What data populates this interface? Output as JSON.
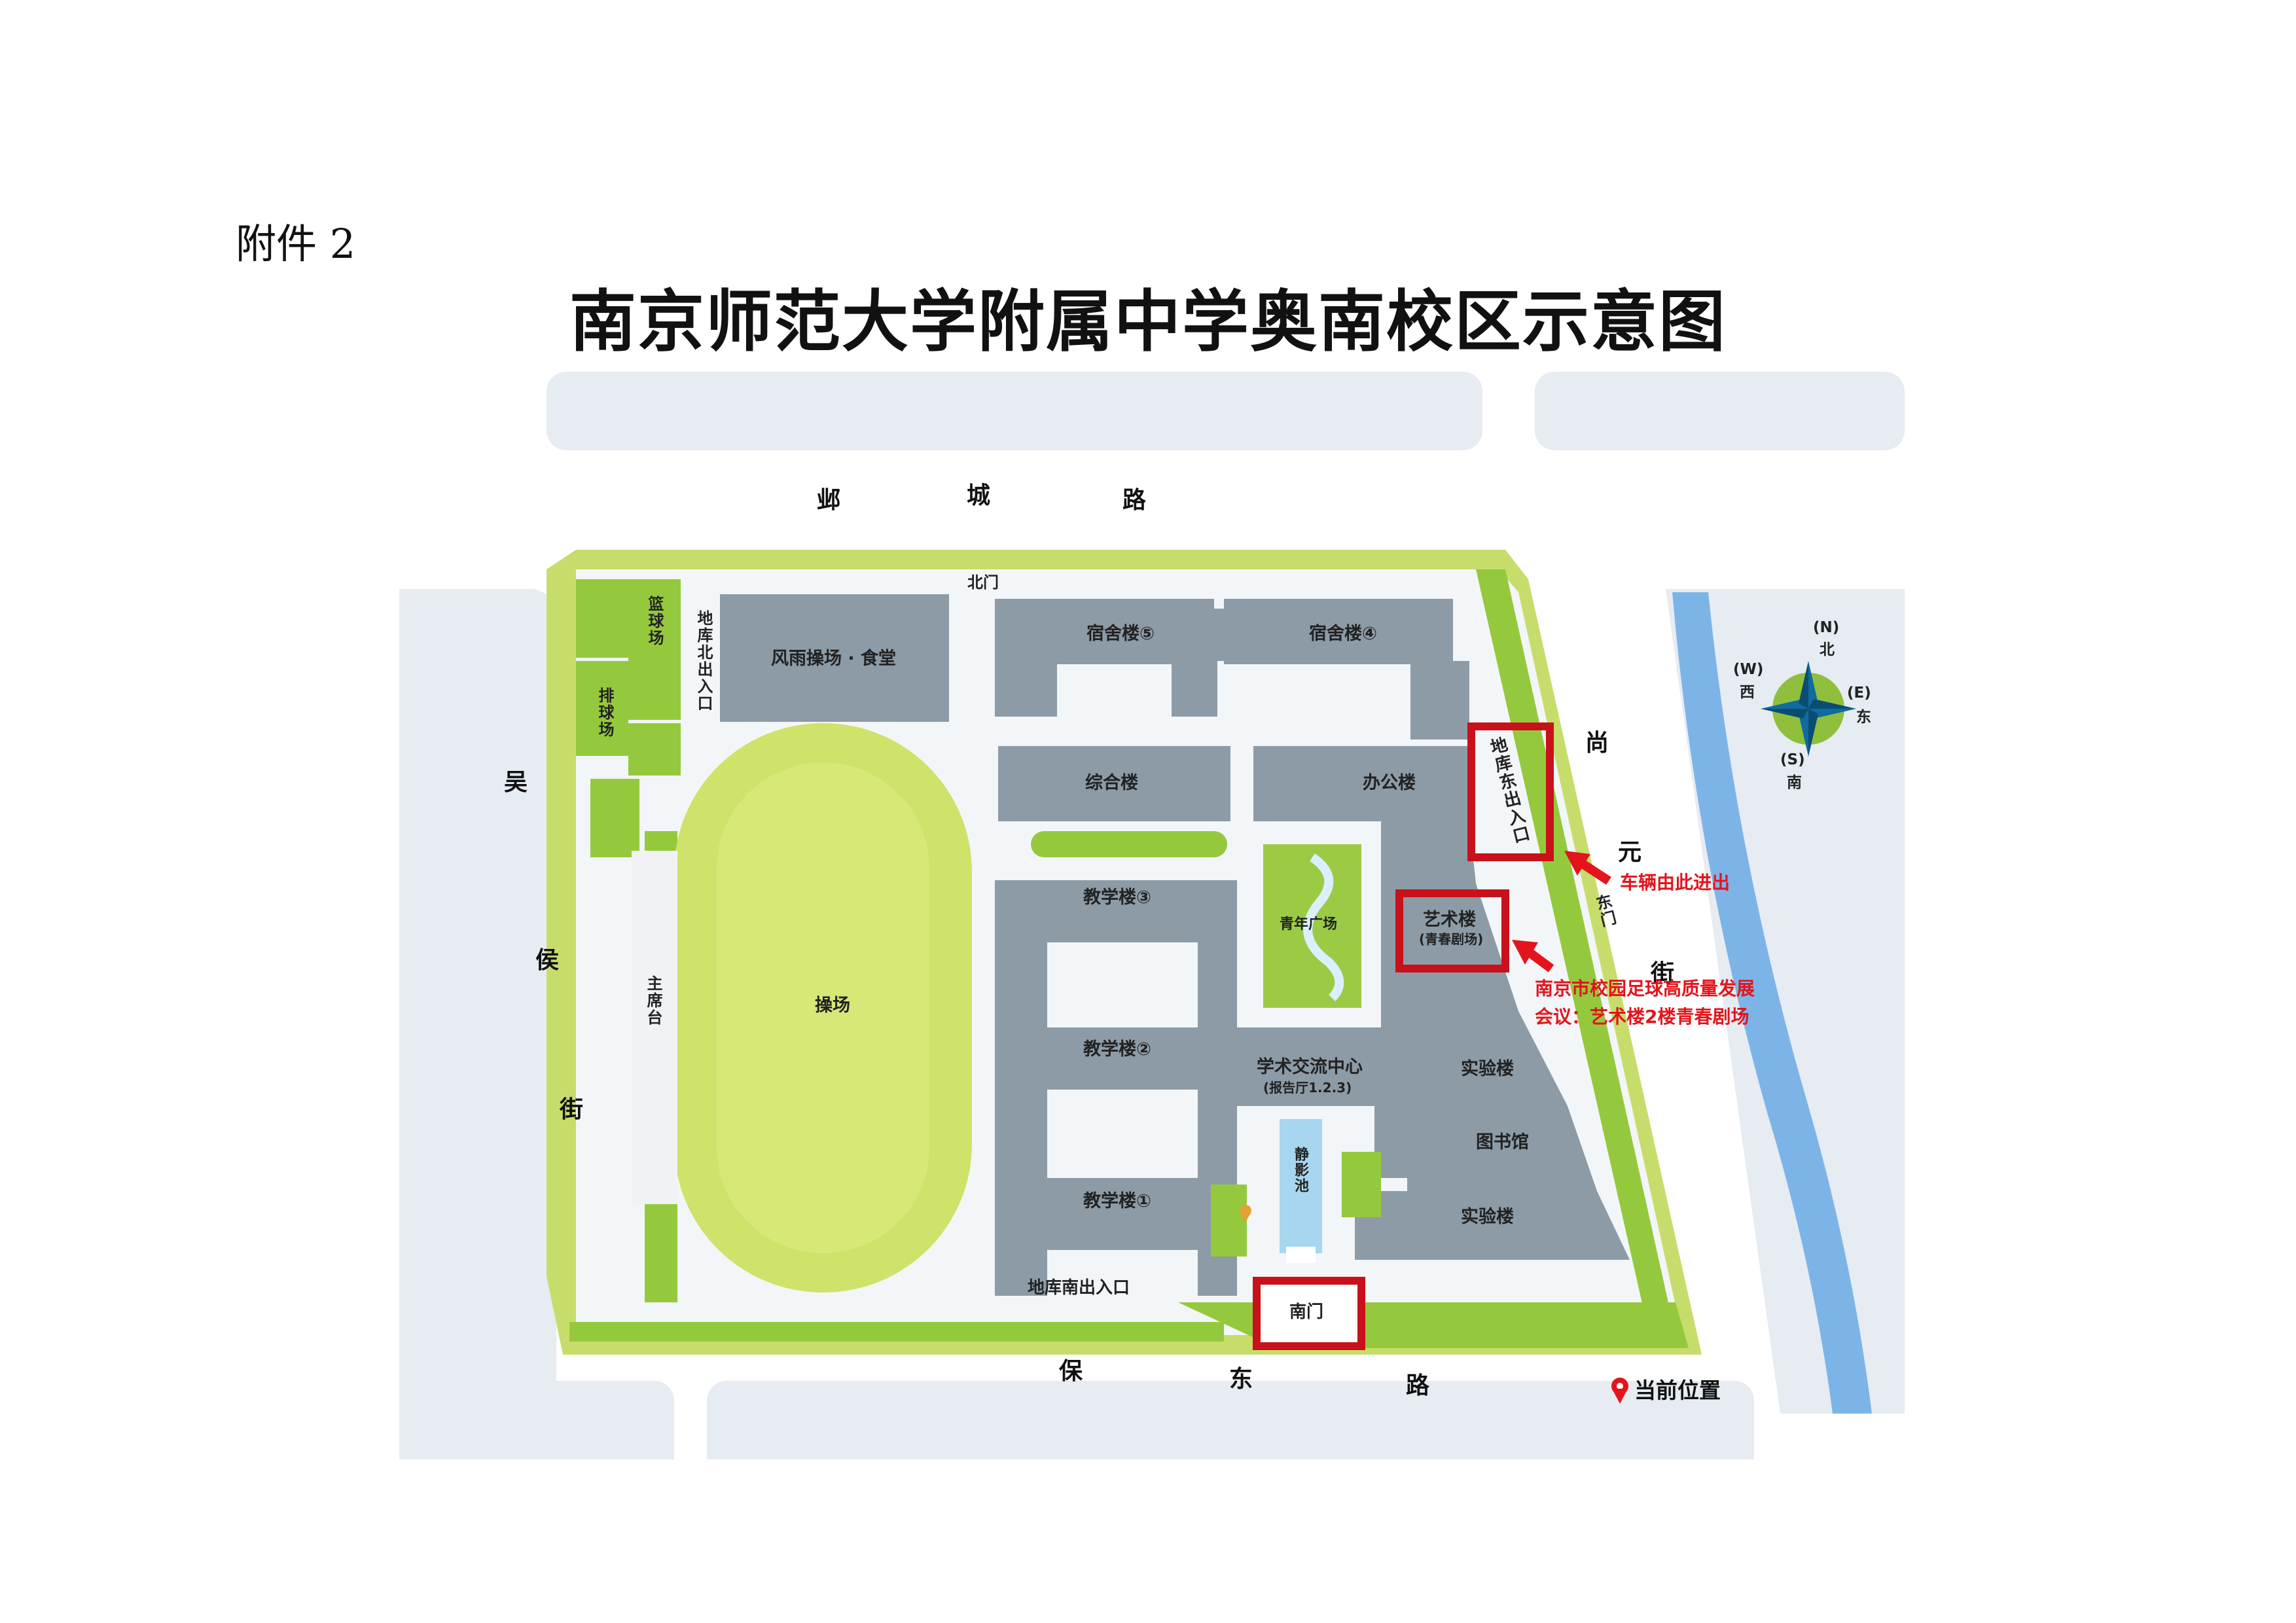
{
  "header": {
    "attachment": "附件 2",
    "title": "南京师范大学附属中学奥南校区示意图"
  },
  "roads": {
    "north": [
      "邺",
      "城",
      "路"
    ],
    "west": [
      "吴",
      "侯",
      "街"
    ],
    "south": [
      "保",
      "东",
      "路"
    ],
    "east": [
      "尚",
      "元",
      "街"
    ]
  },
  "gates": {
    "north_gate": "北门",
    "south_gate": "南门",
    "east_gate": "东门",
    "garage_north": "地库北出入口",
    "garage_east": "地库东出入口",
    "garage_south": "地库南出入口"
  },
  "buildings": {
    "gym_canteen": "风雨操场 · 食堂",
    "dorm5": "宿舍楼⑤",
    "dorm4": "宿舍楼④",
    "comprehensive": "综合楼",
    "office": "办公楼",
    "teach3": "教学楼③",
    "teach2": "教学楼②",
    "teach1": "教学楼①",
    "art_name": "艺术楼",
    "art_sub": "(青春剧场)",
    "youth_square": "青年广场",
    "academic_name": "学术交流中心",
    "academic_sub": "(报告厅1.2.3)",
    "lab_north": "实验楼",
    "library": "图书馆",
    "lab_south": "实验楼",
    "reflect_pool": "静影池",
    "main_stand": "主席台",
    "playground": "操场",
    "basketball": "篮球场",
    "volleyball": "排球场"
  },
  "annotations": {
    "vehicle": "车辆由此进出",
    "meeting_line1": "南京市校园足球高质量发展",
    "meeting_line2": "会议：艺术楼2楼青春剧场",
    "current_location": "当前位置"
  },
  "compass": {
    "n_code": "(N)",
    "n": "北",
    "w_code": "(W)",
    "w": "西",
    "e_code": "(E)",
    "e": "东",
    "s_code": "(S)",
    "s": "南"
  },
  "colors": {
    "road_bg": "#e6ecf1",
    "building": "#8d9ba6",
    "lawn": "#c7dd6b",
    "green_bright": "#95c93d",
    "field": "#cfe269",
    "river": "#7db4e8",
    "highlight_red": "#c8111a",
    "arrow_red": "#e3141c"
  }
}
